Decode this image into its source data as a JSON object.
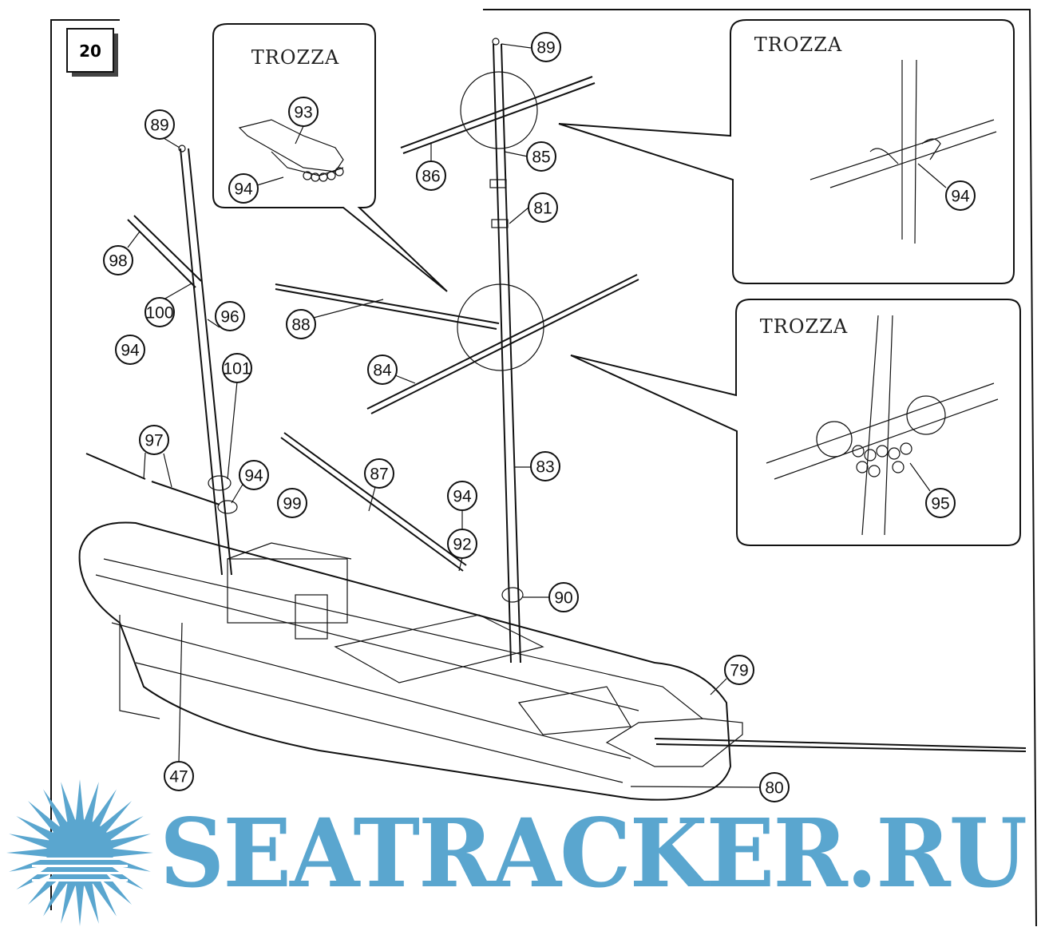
{
  "step_number": "20",
  "insets": [
    {
      "title": "TROZZA",
      "callouts": [
        "93",
        "94"
      ]
    },
    {
      "title": "TROZZA",
      "callouts": [
        "94"
      ]
    },
    {
      "title": "TROZZA",
      "callouts": [
        "95"
      ]
    }
  ],
  "callouts": [
    "89",
    "98",
    "100",
    "94",
    "96",
    "101",
    "97",
    "94",
    "99",
    "88",
    "84",
    "87",
    "94",
    "92",
    "90",
    "83",
    "89",
    "86",
    "85",
    "81",
    "79",
    "80",
    "47"
  ],
  "watermark": {
    "text": "SEATRACKER.RU",
    "color": "#5aa6cf"
  }
}
